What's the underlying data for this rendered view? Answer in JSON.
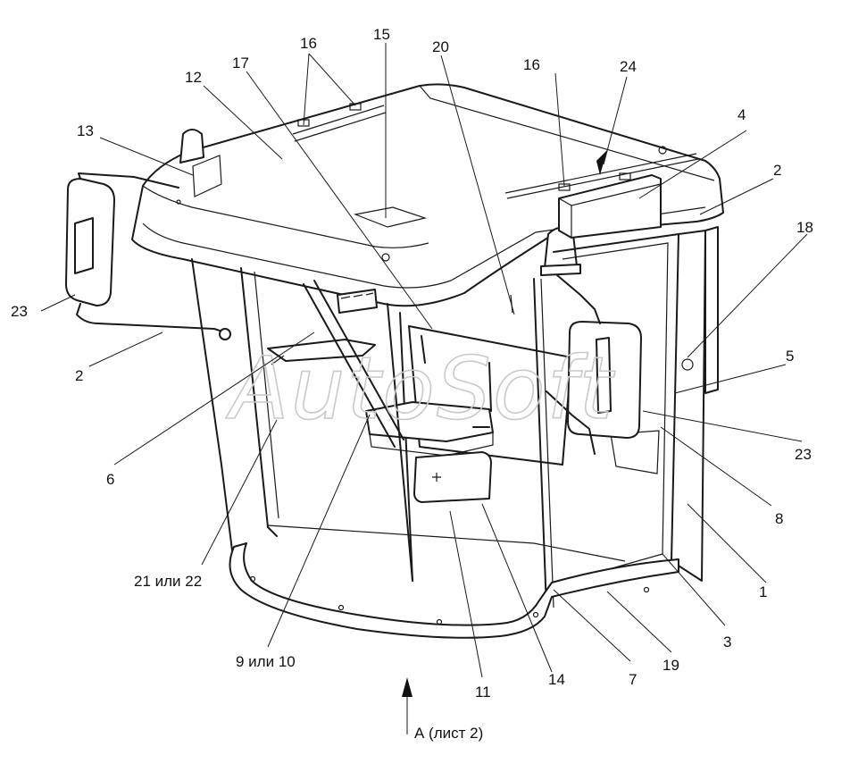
{
  "watermark": "AutoSoft",
  "callouts": {
    "c1": "1",
    "c2a": "2",
    "c2b": "2",
    "c3": "3",
    "c4": "4",
    "c5": "5",
    "c6": "6",
    "c7": "7",
    "c8": "8",
    "c9": "9 или 10",
    "c11": "11",
    "c12": "12",
    "c13": "13",
    "c14": "14",
    "c15": "15",
    "c16a": "16",
    "c16b": "16",
    "c17": "17",
    "c18": "18",
    "c19": "19",
    "c20": "20",
    "c21": "21 или 22",
    "c23a": "23",
    "c23b": "23",
    "c24": "24"
  },
  "view_note": "А (лист 2)"
}
